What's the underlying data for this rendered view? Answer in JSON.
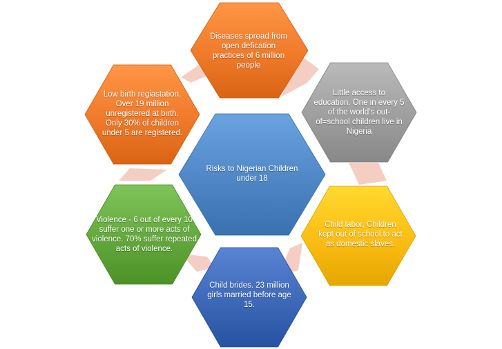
{
  "diagram": {
    "center": {
      "text": "Risks to Nigerian Children under 18",
      "color": "#4f87c6"
    },
    "nodes": [
      {
        "id": "top",
        "text": "Diseases spread from open defication practices of 6 million people",
        "color": "#ef7a2a"
      },
      {
        "id": "upper-right",
        "text": "Little access to education. One in every 5 of the world's out-of=school children live in Nigeria",
        "color": "#9e9e9e"
      },
      {
        "id": "lower-right",
        "text": "Child labor, Children kept out of school to act as domestic slaves.",
        "color": "#fbbd13"
      },
      {
        "id": "bottom",
        "text": "Child brides. 23 million girls married before age 15.",
        "color": "#3d68b8"
      },
      {
        "id": "lower-left",
        "text": "Violence - 6 out of every 10 suffer one or more acts of violence. 70% suffer repeated acts of violence.",
        "color": "#62a83c"
      },
      {
        "id": "upper-left",
        "text": "Low birth regiastation. Over 19 million unregistered at birth.  Only 30% of children under 5 are registered.",
        "color": "#ef7a2a"
      }
    ],
    "connector_color": "#f3c6b8"
  }
}
